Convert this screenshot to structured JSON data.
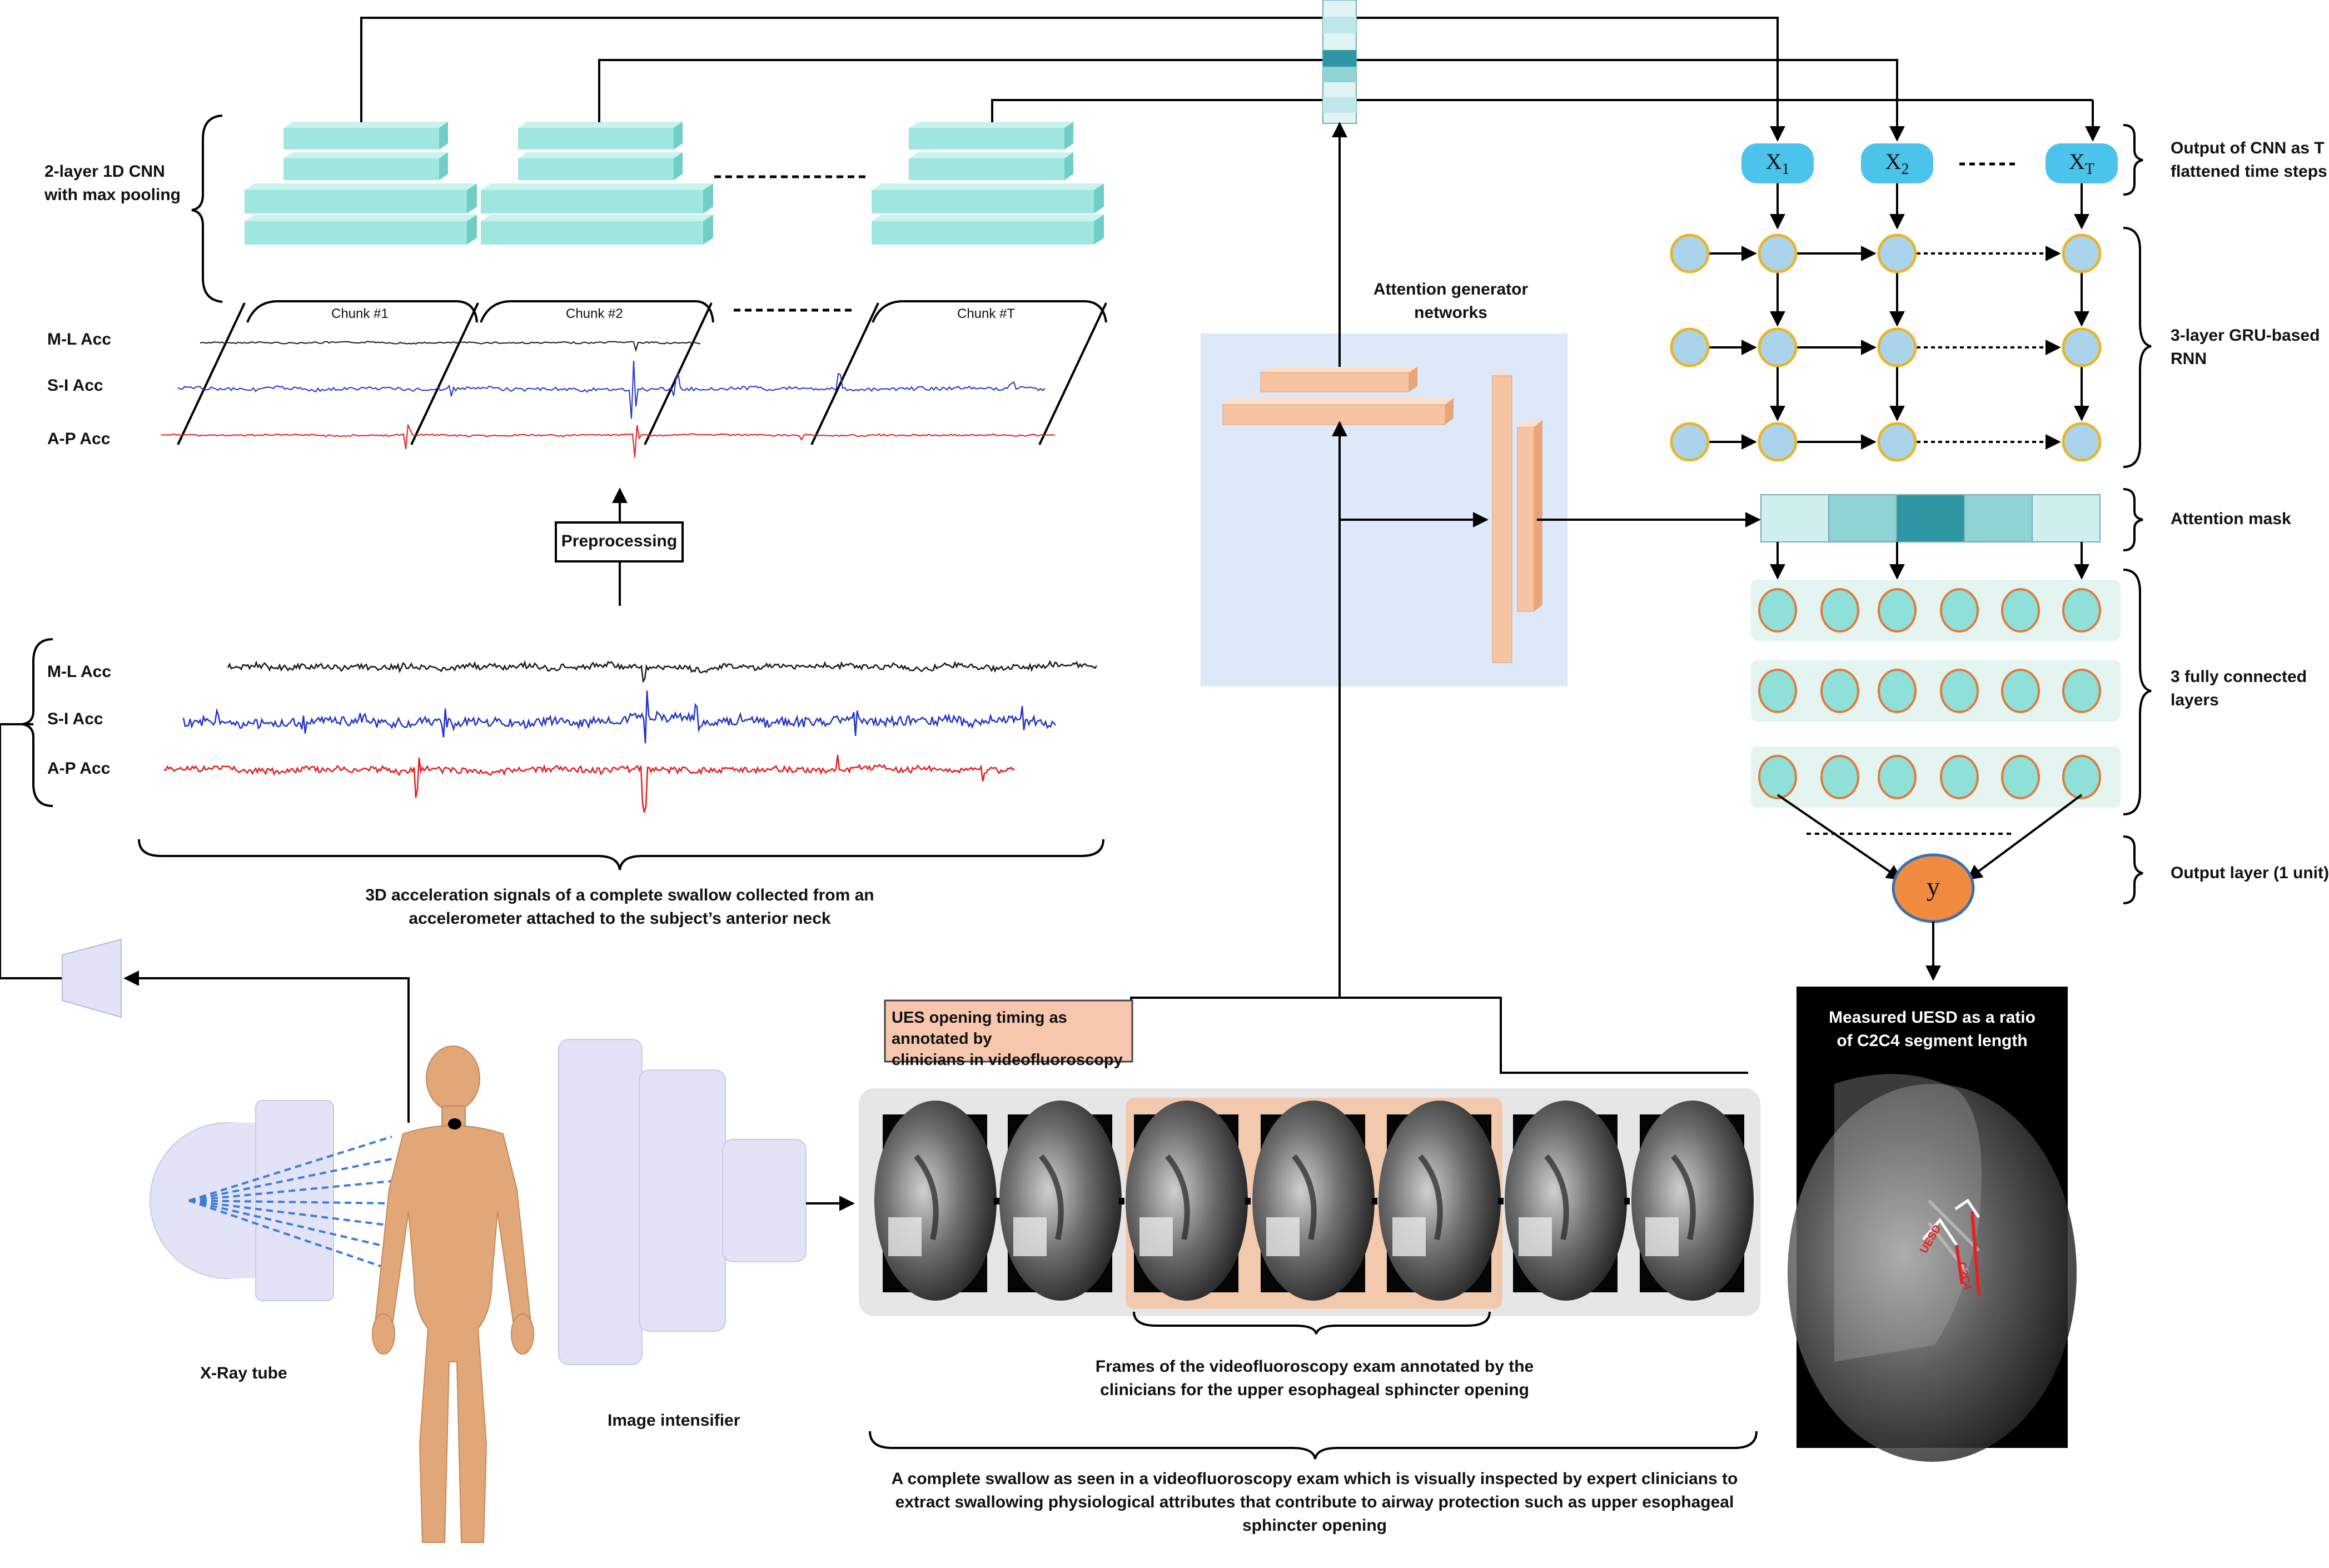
{
  "cnn": {
    "label_line1": "2-layer 1D CNN",
    "label_line2": "with max pooling"
  },
  "chunks": [
    "Chunk #1",
    "Chunk #2",
    "Chunk #T"
  ],
  "signals": {
    "ml": "M-L Acc",
    "si": "S-I Acc",
    "ap": "A-P Acc"
  },
  "preprocessing": "Preprocessing",
  "raw_caption": {
    "line1": "3D acceleration signals of a complete swallow collected from an",
    "line2": "accelerometer attached to the subject’s anterior neck"
  },
  "attention_generator": {
    "line1": "Attention generator",
    "line2": "networks"
  },
  "time_steps": {
    "x1": "X",
    "x1_sub": "1",
    "x2": "X",
    "x2_sub": "2",
    "xt": "X",
    "xt_sub": "T"
  },
  "right_labels": {
    "cnn_output_line1": "Output of CNN as T",
    "cnn_output_line2": "flattened time steps",
    "gru_line1": "3-layer GRU-based",
    "gru_line2": "RNN",
    "attention_mask": "Attention mask",
    "fc_line1": "3 fully connected",
    "fc_line2": "layers",
    "output_layer": "Output layer (1 unit)"
  },
  "output_node": "y",
  "result_panel": {
    "line1": "Measured UESD as a ratio",
    "line2": "of C2C4 segment length",
    "tag1": "UESD",
    "tag2": "C2C4"
  },
  "ues_box": {
    "line1": "UES opening timing as annotated by",
    "line2": "clinicians in videofluoroscopy"
  },
  "frames_caption": {
    "line1": "Frames of the videofluoroscopy exam annotated by the",
    "line2": "clinicians for the upper esophageal sphincter opening"
  },
  "swallow_caption": {
    "line1": "A complete swallow as seen in a videofluoroscopy exam which is visually inspected by expert clinicians to",
    "line2": "extract swallowing physiological attributes that contribute to airway protection such as upper esophageal",
    "line3": "sphincter opening"
  },
  "xray_tube": "X-Ray tube",
  "image_intensifier": "Image intensifier",
  "colors": {
    "cnn_layer": "#9ee6df",
    "attention_bg": "#dde9f8",
    "attention_layer": "#f6c4a3",
    "gru_node": "#a9d4ec",
    "gru_border": "#e8b530",
    "fc_node": "#8fe0d8",
    "fc_border": "#e07a3a",
    "fc_band": "#e3f4f1",
    "output_node": "#f08a3e",
    "mask_dark": "#2f96a4",
    "mask_mid": "#8fd3d4",
    "mask_light": "#cfeeee",
    "signal_ml": "#1a1a1a",
    "signal_si": "#2233cc",
    "signal_ap": "#e81c1c",
    "device": "#e2e3f7",
    "body": "#e1a779",
    "highlight": "#f3c9ae"
  }
}
